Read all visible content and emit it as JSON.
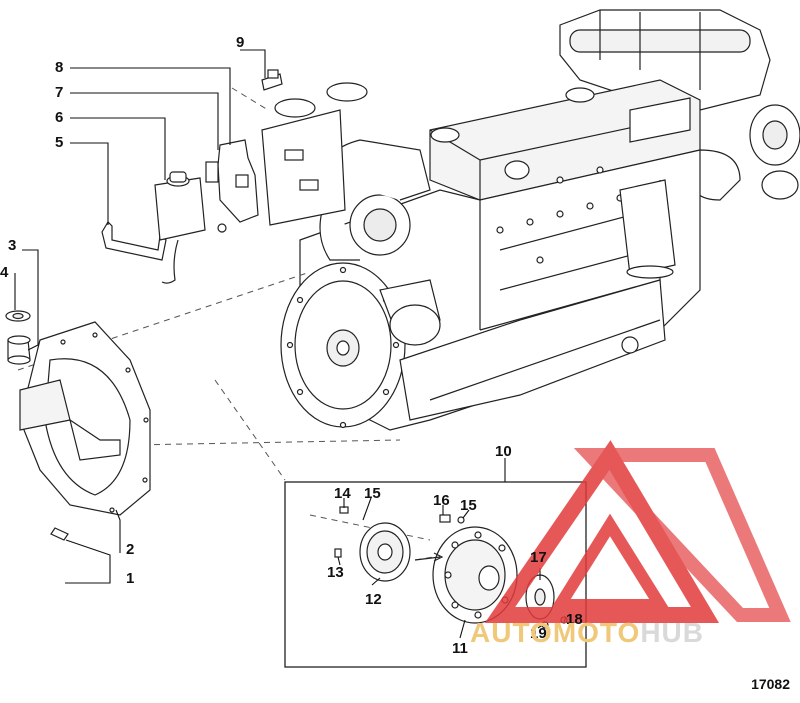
{
  "callouts": {
    "c1": "1",
    "c2": "2",
    "c3": "3",
    "c4": "4",
    "c5": "5",
    "c6": "6",
    "c7": "7",
    "c8": "8",
    "c9": "9",
    "c10": "10",
    "c11": "11",
    "c12": "12",
    "c13": "13",
    "c14": "14",
    "c15a": "15",
    "c15b": "15",
    "c16": "16",
    "c17": "17",
    "c18": "18",
    "c19": "19"
  },
  "figure_number": "17082",
  "watermark": {
    "part1": "AUTOMOTO",
    "part2": "HUB",
    "color_red": "#e23b3b",
    "color_gold": "#f0c87a"
  },
  "colors": {
    "line": "#222222",
    "hidden": "#555555",
    "fill": "#ffffff",
    "shade": "#e6e6e6"
  }
}
